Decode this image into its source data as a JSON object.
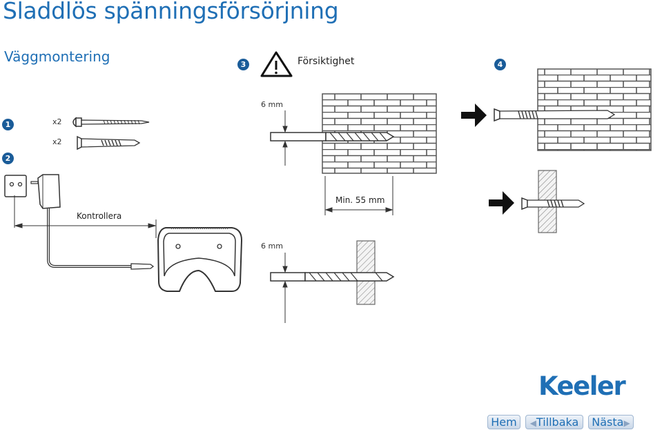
{
  "page": {
    "title": "Sladdlös spänningsförsörjning",
    "subtitle": "Väggmontering",
    "caution": "Försiktighet"
  },
  "steps": {
    "s1": "1",
    "s2": "2",
    "s3": "3",
    "s4": "4"
  },
  "labels": {
    "qty_screw": "x2",
    "qty_plug": "x2",
    "controller": "Kontrollera",
    "drill_size_top": "6 mm",
    "drill_size_bottom": "6 mm",
    "min_depth": "Min. 55 mm"
  },
  "brand": {
    "logo": "Keeler"
  },
  "nav": {
    "home": "Hem",
    "back": "Tillbaka",
    "next": "Nästa"
  },
  "colors": {
    "accent": "#1f6fb5",
    "step_badge": "#1a5c99"
  }
}
